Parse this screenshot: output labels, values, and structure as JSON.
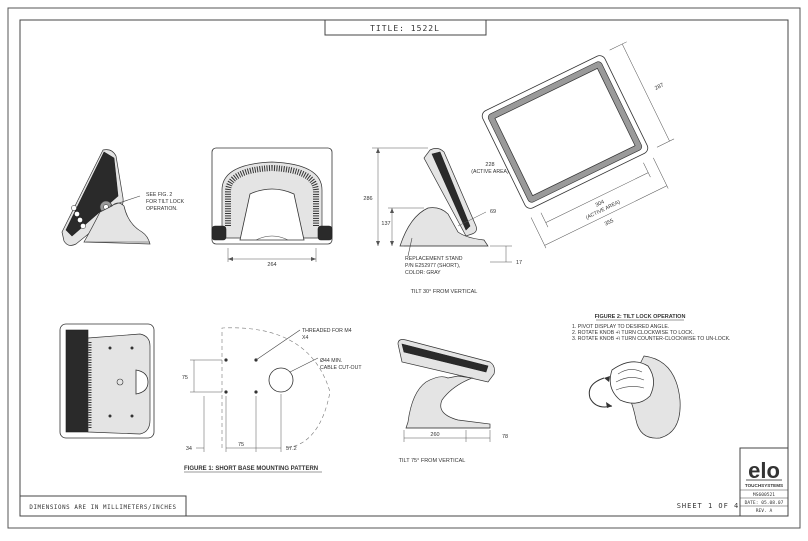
{
  "title_block": {
    "title": "TITLE: 1522L"
  },
  "views": {
    "side_left": {
      "callout": [
        "SEE FIG. 2",
        "FOR TILT LOCK",
        "OPERATION."
      ]
    },
    "rear": {
      "width_dim": "264"
    },
    "side_right": {
      "height_dim": "286",
      "base_height_dim": "137",
      "angle_dim": "69",
      "foot_dim": "17",
      "stand_note": [
        "REPLACEMENT STAND",
        "P/N E252977 (SHORT),",
        "COLOR: GRAY"
      ],
      "caption": "TILT 30° FROM VERTICAL"
    },
    "front": {
      "height_dim": "287",
      "active_height": [
        "228",
        "(ACTIVE AREA)"
      ],
      "active_width": [
        "304",
        "(ACTIVE AREA)"
      ],
      "width_dim": "355"
    },
    "mounting": {
      "thread_note": [
        "THREADED FOR M4",
        "X4"
      ],
      "cutout_note": [
        "Ø44 MIN.",
        "CABLE CUT-OUT"
      ],
      "dim_75_v": "75",
      "dim_34": "34",
      "dim_75_h": "75",
      "dim_57": "57.2",
      "caption": "FIGURE 1: SHORT BASE MOUNTING PATTERN"
    },
    "tilt75": {
      "dim_260": "260",
      "dim_78": "78",
      "caption": "TILT 75° FROM VERTICAL"
    },
    "figure2": {
      "title": "FIGURE 2: TILT LOCK OPERATION",
      "steps": [
        "1. PIVOT DISPLAY TO DESIRED ANGLE.",
        "2. ROTATE KNOB +\\ TURN CLOCKWISE TO LOCK.",
        "3. ROTATE KNOB +\\ TURN COUNTER-CLOCKWISE TO UN-LOCK."
      ]
    }
  },
  "footer": {
    "units_note": "DIMENSIONS ARE IN MILLIMETERS/INCHES",
    "sheet": "SHEET 1 OF 4"
  },
  "logo": {
    "brand": "elo",
    "company": "TOUCHSYSTEMS",
    "doc_no": "MS600521",
    "date": "DATE: 05.08.07",
    "rev": "REV. A"
  }
}
